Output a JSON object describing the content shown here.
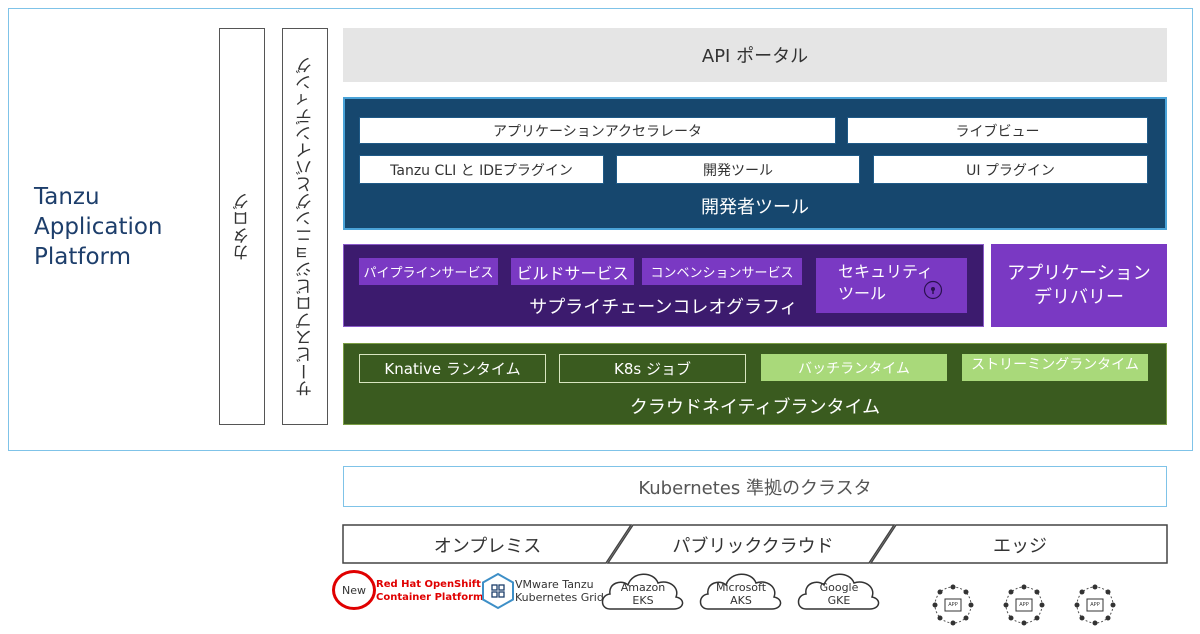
{
  "brand": {
    "line1": "Tanzu",
    "line2": "Application",
    "line3": "Platform"
  },
  "catalog": "カタログ",
  "service_binding": "サービスプロビジョニングとバインディング",
  "api_portal": "API ポータル",
  "dev_tools": {
    "title": "開発者ツール",
    "items": [
      "アプリケーションアクセラレータ",
      "ライブビュー",
      "Tanzu  CLI と IDEプラグイン",
      "開発ツール",
      "UI プラグイン"
    ]
  },
  "supply_chain": {
    "title": "サプライチェーンコレオグラフィ",
    "items": [
      "パイプラインサービス",
      "ビルドサービス",
      "コンベンションサービス"
    ],
    "security_line1": "セキュリティ",
    "security_line2": "ツール"
  },
  "app_delivery": {
    "line1": "アプリケーション",
    "line2": "デリバリー"
  },
  "runtime": {
    "title": "クラウドネイティブランタイム",
    "items": [
      "Knative ランタイム",
      "K8s ジョブ",
      "バッチランタイム",
      "ストリーミングランタイム"
    ]
  },
  "kubernetes": "Kubernetes 準拠のクラスタ",
  "infra": [
    "オンプレミス",
    "パブリッククラウド",
    "エッジ"
  ],
  "vendors": {
    "new_badge": "New",
    "redhat_line1": "Red Hat OpenShift",
    "redhat_line2": "Container Platform",
    "vmware_line1": "VMware Tanzu",
    "vmware_line2": "Kubernetes Grid"
  },
  "clouds": [
    {
      "line1": "Amazon",
      "line2": "EKS"
    },
    {
      "line1": "Microsoft",
      "line2": "AKS"
    },
    {
      "line1": "Google",
      "line2": "GKE"
    }
  ],
  "edge_label": "APP",
  "colors": {
    "dev_bg": "#16476e",
    "supply_bg": "#3c1b6e",
    "purple": "#7a39c3",
    "runtime_bg": "#3a5b1f",
    "light_green": "#a9d97a",
    "frame": "#7fc3e8",
    "redhat": "#e00000"
  }
}
